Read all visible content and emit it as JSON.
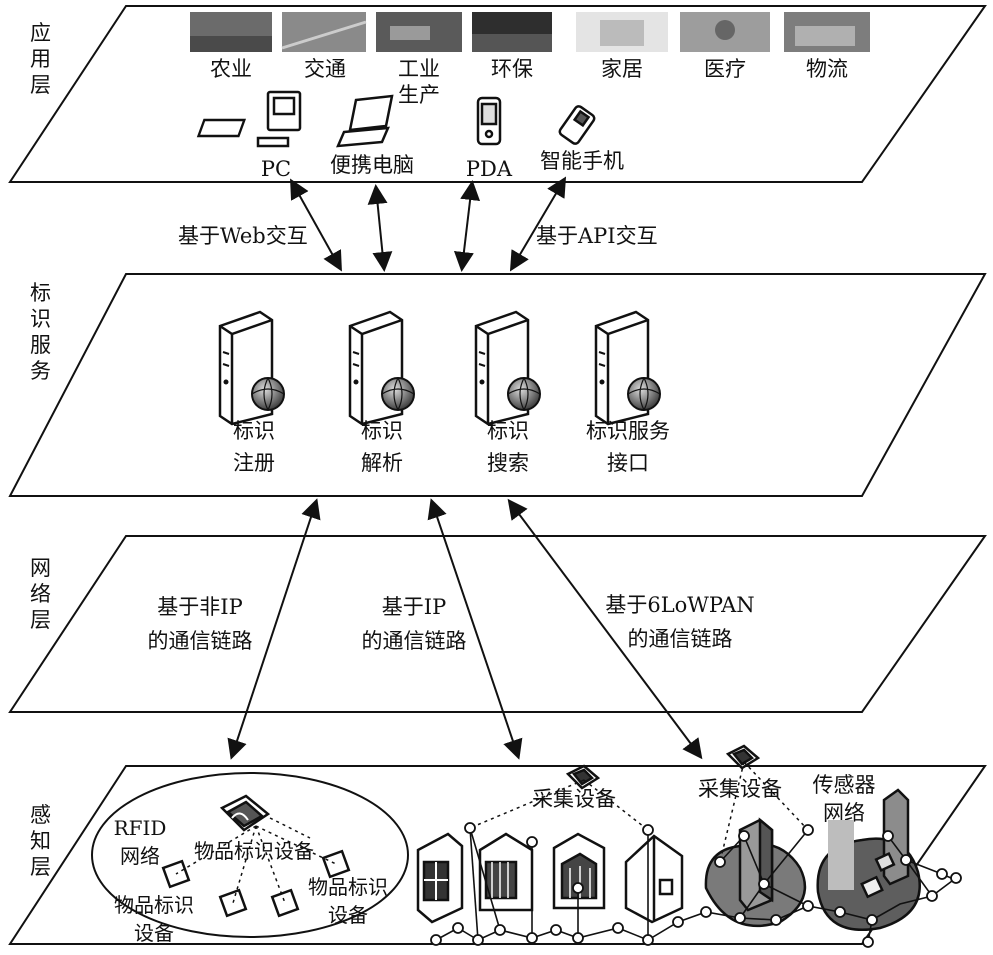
{
  "layers": {
    "application": "应用层",
    "id_service": "标识服务",
    "network": "网络层",
    "perception": "感知层"
  },
  "applications": {
    "agriculture": "农业",
    "traffic": "交通",
    "industry": "工业生产",
    "environment": "环保",
    "home": "家居",
    "medical": "医疗",
    "logistics": "物流"
  },
  "devices": {
    "pc": "PC",
    "laptop": "便携电脑",
    "pda": "PDA",
    "smartphone": "智能手机"
  },
  "interaction": {
    "web": "基于Web交互",
    "api": "基于API交互"
  },
  "services": {
    "register": "标识注册",
    "resolve": "标识解析",
    "search": "标识搜索",
    "interface": "标识服务接口"
  },
  "links": {
    "non_ip": "基于非IP的通信链路",
    "ip": "基于IP的通信链路",
    "lowpan": "基于6LoWPAN的通信链路"
  },
  "perception": {
    "rfid_network": "RFID网络",
    "item_device_1": "物品标识设备",
    "item_device_2": "物品标识设备",
    "item_device_3": "物品标识设备",
    "collect_1": "采集设备",
    "collect_2": "采集设备",
    "sensor_network": "传感器网络"
  }
}
